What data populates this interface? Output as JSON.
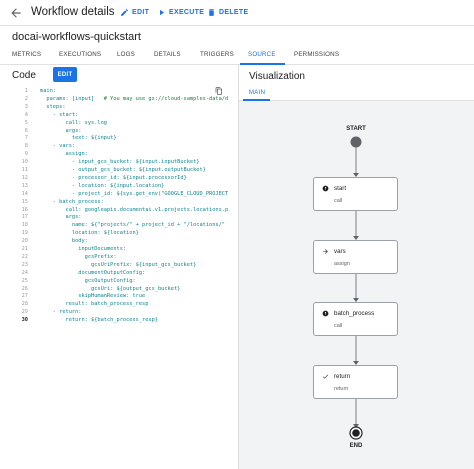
{
  "header": {
    "title": "Workflow details",
    "edit_label": "EDIT",
    "execute_label": "EXECUTE",
    "delete_label": "DELETE"
  },
  "workflow_name": "docai-workflows-quickstart",
  "tabs": [
    {
      "label": "METRICS"
    },
    {
      "label": "EXECUTIONS"
    },
    {
      "label": "LOGS"
    },
    {
      "label": "DETAILS"
    },
    {
      "label": "TRIGGERS"
    },
    {
      "label": "SOURCE",
      "active": true
    },
    {
      "label": "PERMISSIONS"
    }
  ],
  "code": {
    "title": "Code",
    "edit_label": "EDIT",
    "lines": [
      {
        "n": "1",
        "text": "main:"
      },
      {
        "n": "2",
        "text": "  params: [input]   # You may use gs://cloud-samples-data/d"
      },
      {
        "n": "3",
        "text": "  steps:"
      },
      {
        "n": "4",
        "text": "    - start:"
      },
      {
        "n": "5",
        "text": "        call: sys.log"
      },
      {
        "n": "6",
        "text": "        args:"
      },
      {
        "n": "7",
        "text": "          text: ${input}"
      },
      {
        "n": "8",
        "text": "    - vars:"
      },
      {
        "n": "9",
        "text": "        assign:"
      },
      {
        "n": "10",
        "text": "          - input_gcs_bucket: ${input.inputBucket}"
      },
      {
        "n": "11",
        "text": "          - output_gcs_bucket: ${input.outputBucket}"
      },
      {
        "n": "12",
        "text": "          - processor_id: ${input.processorId}"
      },
      {
        "n": "13",
        "text": "          - location: ${input.location}"
      },
      {
        "n": "14",
        "text": "          - project_id: ${sys.get_env(\"GOOGLE_CLOUD_PROJECT"
      },
      {
        "n": "15",
        "text": "    - batch_process:"
      },
      {
        "n": "16",
        "text": "        call: googleapis.documentai.v1.projects.locations.p"
      },
      {
        "n": "17",
        "text": "        args:"
      },
      {
        "n": "18",
        "text": "          name: ${\"projects/\" + project_id + \"/locations/\""
      },
      {
        "n": "19",
        "text": "          location: ${location}"
      },
      {
        "n": "20",
        "text": "          body:"
      },
      {
        "n": "21",
        "text": "            inputDocuments:"
      },
      {
        "n": "22",
        "text": "              gcsPrefix:"
      },
      {
        "n": "23",
        "text": "                gcsUriPrefix: ${input_gcs_bucket}"
      },
      {
        "n": "24",
        "text": "            documentOutputConfig:"
      },
      {
        "n": "25",
        "text": "              gcsOutputConfig:"
      },
      {
        "n": "26",
        "text": "                gcsUri: ${output_gcs_bucket}"
      },
      {
        "n": "27",
        "text": "            skipHumanReview: true"
      },
      {
        "n": "28",
        "text": "        result: batch_process_resp"
      },
      {
        "n": "29",
        "text": "    - return:"
      },
      {
        "n": "30",
        "text": "        return: ${batch_process_resp}"
      }
    ]
  },
  "visualization": {
    "title": "Visualization",
    "tab_label": "MAIN",
    "start_label": "START",
    "end_label": "END",
    "steps": [
      {
        "name": "start",
        "sub": "call",
        "icon": "log-icon"
      },
      {
        "name": "vars",
        "sub": "assign",
        "icon": "arrow-right-icon"
      },
      {
        "name": "batch_process",
        "sub": "call",
        "icon": "call-icon"
      },
      {
        "name": "return",
        "sub": "return",
        "icon": "check-icon"
      }
    ]
  },
  "colors": {
    "accent": "#1a73e8",
    "code_text": "#098591",
    "comment": "#188038",
    "canvas_bg": "#f1f3f4"
  }
}
